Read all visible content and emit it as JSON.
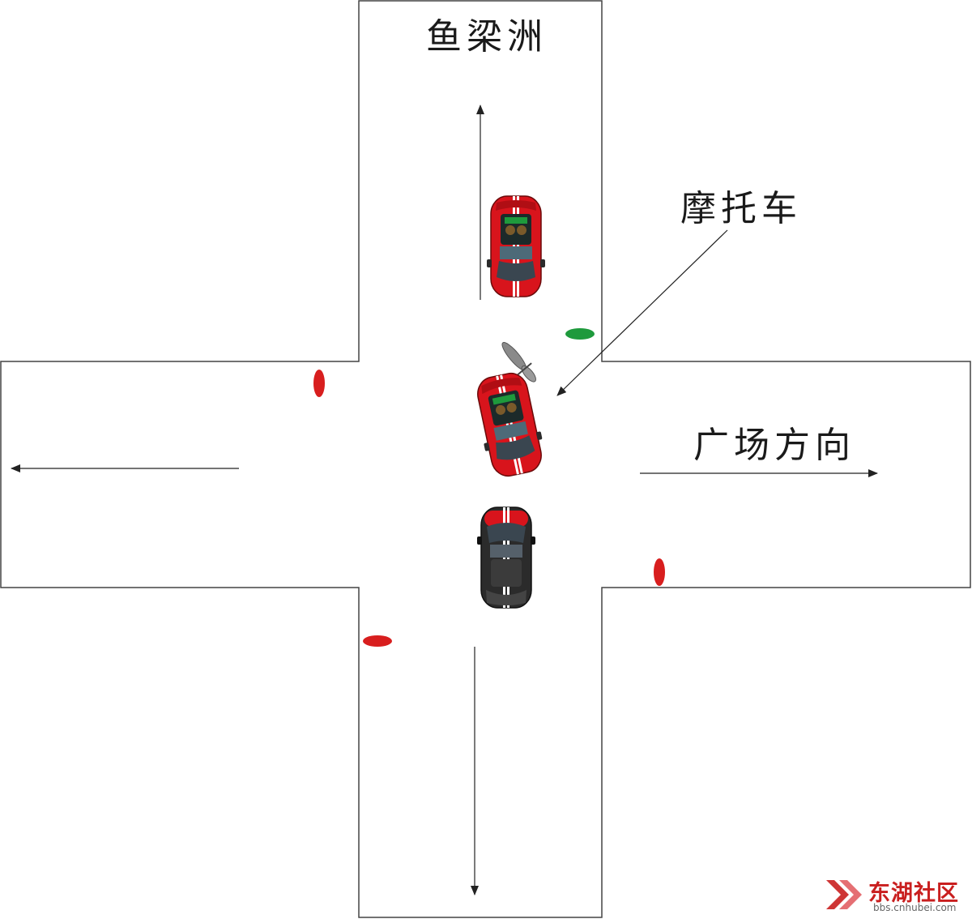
{
  "labels": {
    "north": "鱼梁洲",
    "motorcycle": "摩托车",
    "east": "广场方向"
  },
  "watermark": {
    "name": "东湖社区",
    "site": "bbs.cnhubei.com"
  },
  "colors": {
    "road_outline": "#444444",
    "arrow": "#222222",
    "car_red": "#d8141c",
    "car_black": "#2b2b2b",
    "marker_red": "#d81e1e",
    "marker_green": "#1e9a3c",
    "motorcycle": "#8a8a8a",
    "watermark": "#c91f1f"
  },
  "icons": [
    "car-icon",
    "motorcycle-icon",
    "arrow-icon",
    "logo-icon"
  ]
}
